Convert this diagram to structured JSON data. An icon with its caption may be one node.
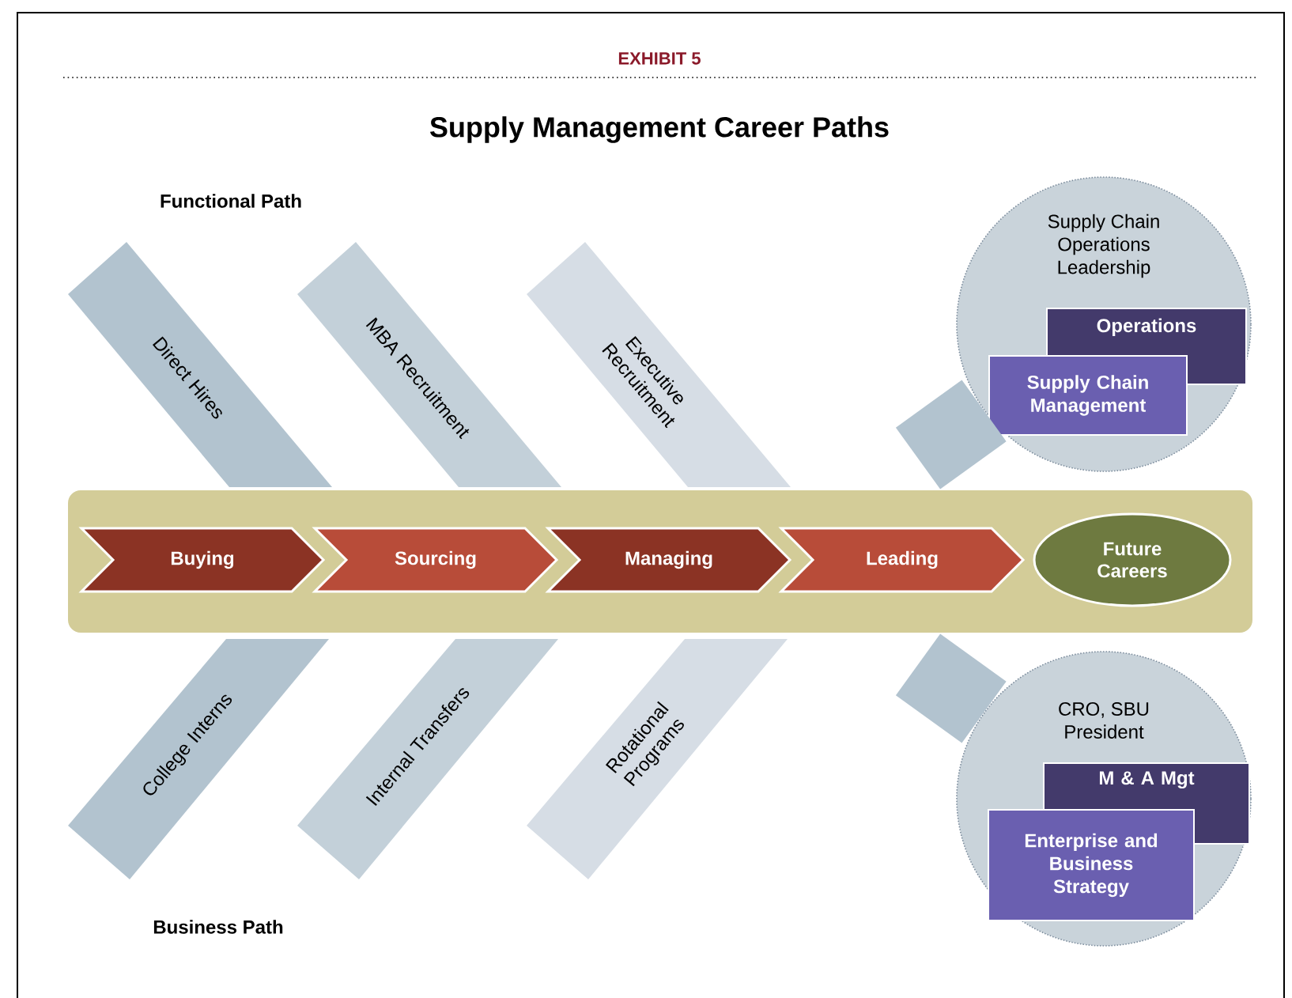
{
  "diagram": {
    "title": "Supply Management Career Paths",
    "nodes": [
      {
        "text": [],
        "shape": "bar"
      },
      {
        "text": [
          "Buying"
        ],
        "in": 0
      },
      {
        "text": [
          "Sourcing"
        ],
        "in": 0
      },
      {
        "text": [
          "Managing"
        ],
        "in": 0
      },
      {
        "text": [
          "Leading"
        ],
        "in": 0
      },
      {
        "text": [
          "Future Careers"
        ],
        "in": 0
      },
      {
        "text": [
          "Direct Hires"
        ]
      },
      {
        "text": [
          "MBA Recruitment"
        ]
      },
      {
        "text": [
          "Executive Recruitment"
        ]
      },
      {
        "text": [
          "Supply Chain Operations Leadership"
        ]
      },
      {
        "text": [
          "Operations"
        ],
        "in": 9
      },
      {
        "text": [
          "Supply Chain Management"
        ],
        "in": 9
      },
      {
        "text": [
          "College Interns"
        ]
      },
      {
        "text": [
          "Internal Transfers"
        ]
      },
      {
        "text": [
          "Rotational Programs"
        ]
      },
      {
        "text": [
          "CRO, SBU President"
        ]
      },
      {
        "text": [
          "M & A Mgt"
        ],
        "in": 15
      },
      {
        "text": [
          "Enterprise and Business Strategy"
        ],
        "in": 15
      }
    ],
    "edges": [
      {
        "from": 0,
        "to": 9,
        "arrow": "none"
      },
      {
        "from": 0,
        "to": 15,
        "arrow": "none"
      }
    ],
    "labels": [
      "EXHIBIT 5",
      "Functional Path",
      "Business Path"
    ]
  }
}
